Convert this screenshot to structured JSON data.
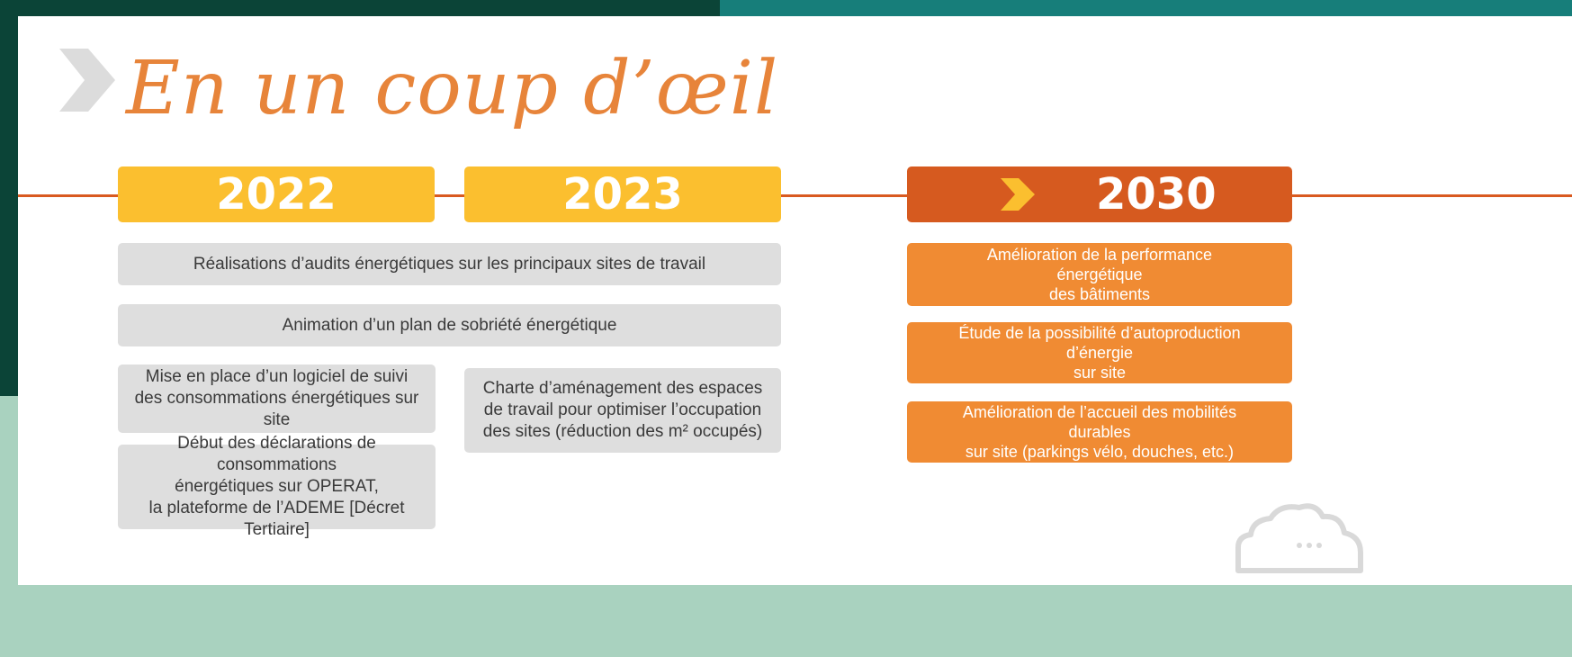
{
  "title": "En un coup d’œil",
  "years": {
    "y2022": "2022",
    "y2023": "2023",
    "y2030": "2030"
  },
  "actions_2022_2023": [
    "Réalisations d’audits énergétiques sur les principaux sites de travail",
    "Animation d’un plan de sobriété énergétique",
    "Mise en place d’un logiciel de suivi\ndes consommations énergétiques sur site",
    "Charte d’aménagement des espaces\nde travail pour optimiser l’occupation\ndes sites (réduction des m² occupés)",
    "Début des déclarations de consommations\nénergétiques sur OPERAT,\nla plateforme de l’ADEME [Décret Tertiaire]"
  ],
  "actions_2030": [
    "Amélioration de la performance énergétique\ndes bâtiments",
    "Étude de la possibilité d’autoproduction d’énergie\nsur site",
    "Amélioration de l’accueil des mobilités durables\nsur site (parkings vélo, douches, etc.)"
  ],
  "colors": {
    "dark_green": "#0b4437",
    "teal": "#177e7a",
    "mint": "#a9d2bf",
    "title_orange": "#e7843a",
    "year_yellow": "#fbbf2f",
    "year_orange": "#d65a1f",
    "box_orange": "#f08b33",
    "gray_box": "#dedede"
  },
  "icons": {
    "title_marker": "chevron-right-icon",
    "year_marker": "chevron-right-icon",
    "corner": "cloud-chat-icon"
  }
}
